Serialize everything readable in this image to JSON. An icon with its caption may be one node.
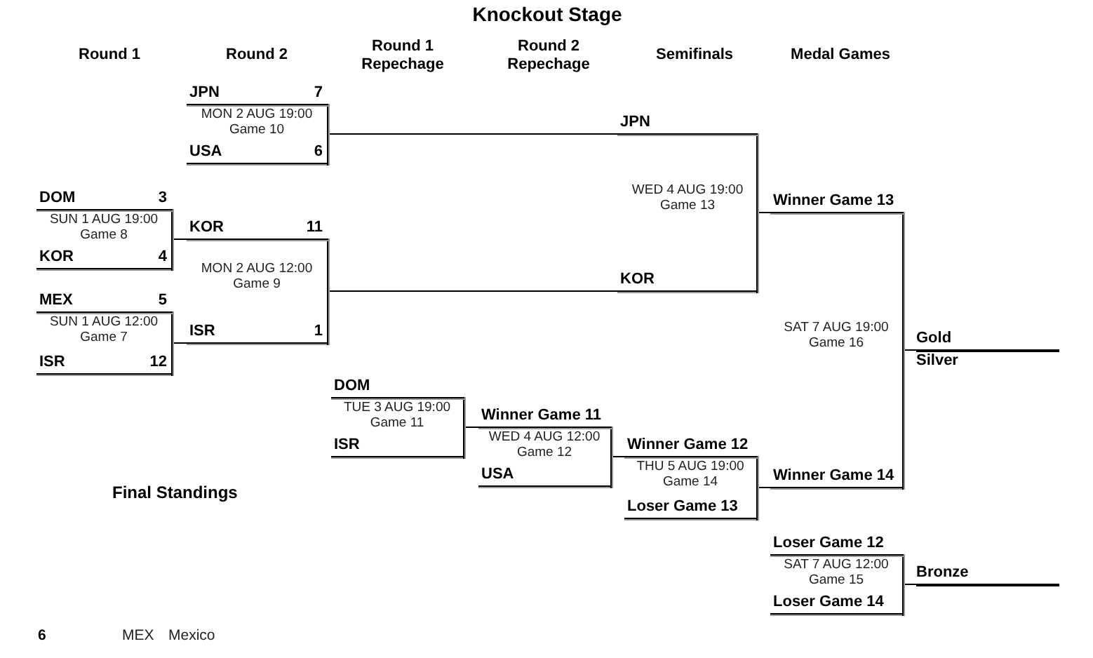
{
  "diagram": {
    "title": "Knockout Stage",
    "nodes": [
      {
        "text": [
          "DOM",
          "3",
          "SUN 1 AUG 19:00",
          "Game 8",
          "KOR",
          "4"
        ]
      },
      {
        "text": [
          "MEX",
          "5",
          "SUN 1 AUG 12:00",
          "Game 7",
          "ISR",
          "12"
        ]
      },
      {
        "text": [
          "JPN",
          "7",
          "MON 2 AUG 19:00",
          "Game 10",
          "USA",
          "6"
        ]
      },
      {
        "text": [
          "KOR",
          "11",
          "MON 2 AUG 12:00",
          "Game 9",
          "ISR",
          "1"
        ]
      },
      {
        "text": [
          "DOM",
          "TUE 3 AUG 19:00",
          "Game 11",
          "ISR"
        ]
      },
      {
        "text": [
          "Winner Game 11",
          "WED 4 AUG 12:00",
          "Game 12",
          "USA"
        ]
      },
      {
        "text": [
          "JPN",
          "WED 4 AUG 19:00",
          "Game 13",
          "KOR"
        ]
      },
      {
        "text": [
          "Winner Game 12",
          "THU 5 AUG 19:00",
          "Game 14",
          "Loser Game 13"
        ]
      },
      {
        "text": [
          "Winner Game 13",
          "SAT 7 AUG 19:00",
          "Game 16",
          "Winner Game 14"
        ]
      },
      {
        "text": [
          "Loser Game 12",
          "SAT 7 AUG 12:00",
          "Game 15",
          "Loser Game 14"
        ]
      },
      {
        "text": [
          "Gold",
          "Silver"
        ]
      },
      {
        "text": [
          "Bronze"
        ]
      }
    ],
    "edges": [
      {
        "from": 0,
        "to": 3,
        "arrow": "none"
      },
      {
        "from": 1,
        "to": 3,
        "arrow": "none"
      },
      {
        "from": 2,
        "to": 6,
        "arrow": "none"
      },
      {
        "from": 3,
        "to": 6,
        "arrow": "none"
      },
      {
        "from": 4,
        "to": 5,
        "arrow": "none"
      },
      {
        "from": 5,
        "to": 7,
        "arrow": "none"
      },
      {
        "from": 6,
        "to": 8,
        "arrow": "none"
      },
      {
        "from": 7,
        "to": 8,
        "arrow": "none"
      },
      {
        "from": 8,
        "to": 10,
        "arrow": "none"
      },
      {
        "from": 9,
        "to": 11,
        "arrow": "none"
      }
    ],
    "labels": [
      "Round 1",
      "Round 2",
      "Round 1 Repechage",
      "Round 2 Repechage",
      "Semifinals",
      "Medal Games",
      "Final Standings",
      "6",
      "MEX",
      "Mexico"
    ]
  }
}
